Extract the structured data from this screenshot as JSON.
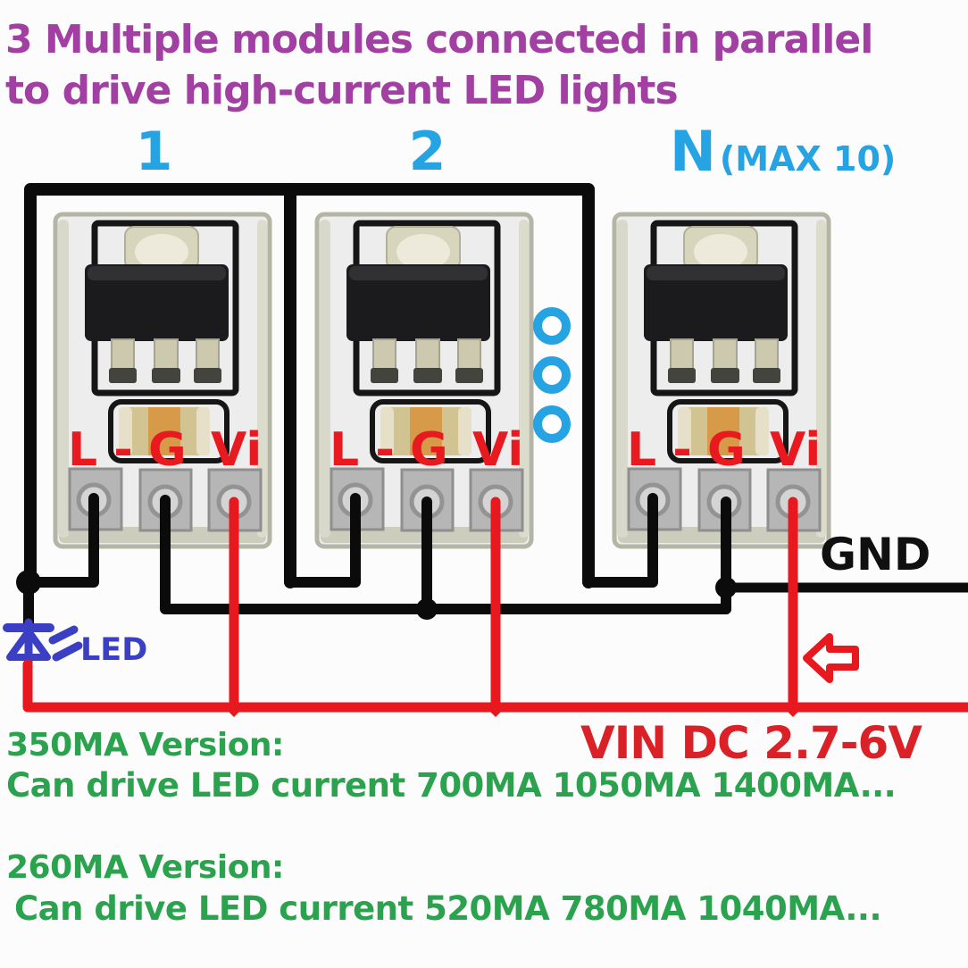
{
  "title": {
    "line1": "3 Multiple modules connected in parallel",
    "line2": "to drive high-current LED lights"
  },
  "module_labels": [
    {
      "number": "1",
      "note": ""
    },
    {
      "number": "2",
      "note": ""
    },
    {
      "number": "N",
      "note": "(MAX 10)"
    }
  ],
  "module": {
    "pins": [
      "L -",
      "G",
      "Vi"
    ]
  },
  "more_modules_indicator": {
    "circle_count": 3
  },
  "wiring_labels": {
    "gnd": "GND",
    "led": "LED",
    "vin": "VIN DC 2.7-6V"
  },
  "versions": [
    {
      "name": "350MA Version:",
      "capability": "Can drive LED current 700MA 1050MA 1400MA..."
    },
    {
      "name": "260MA Version:",
      "capability": "Can drive LED current 520MA 780MA 1040MA..."
    }
  ],
  "colors": {
    "title": "#a13fa3",
    "module_number": "#25a3e2",
    "pin_label": "#e8191f",
    "wire_black": "#0b0b0b",
    "wire_red": "#e8191e",
    "led_symbol": "#3b3fc4",
    "green_text": "#2ba24e",
    "vin_text": "#da2128",
    "gnd_text": "#101010"
  }
}
